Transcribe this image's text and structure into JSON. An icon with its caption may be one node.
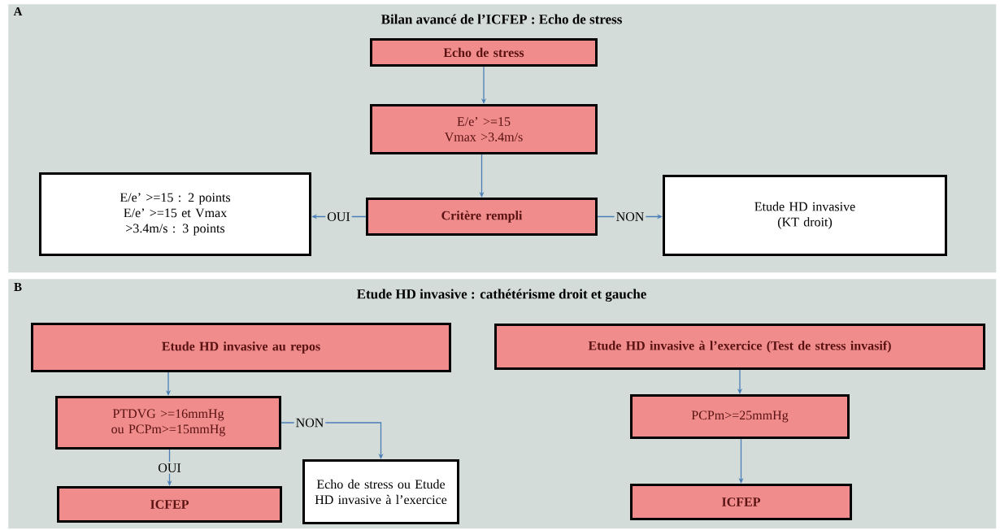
{
  "diagram": {
    "nodes": [
      {
        "text": [
          "Bilan avancé de l’ICFEP : Echo de stress"
        ]
      },
      {
        "text": [
          "Echo de stress"
        ],
        "in": 0
      },
      {
        "text": [
          "E/e’ >=15 Vmax >3.4m/s"
        ],
        "in": 0
      },
      {
        "text": [
          "Critère rempli"
        ],
        "in": 0
      },
      {
        "text": [
          "E/e’ >=15 : 2 points E/e’ >=15 et Vmax >3.4m/s : 3 points"
        ],
        "in": 0
      },
      {
        "text": [
          "Etude HD invasive (KT droit)"
        ],
        "in": 0
      },
      {
        "text": [
          "Etude HD invasive : cathétérisme droit et gauche"
        ]
      },
      {
        "text": [
          "Etude HD invasive au repos"
        ],
        "in": 6
      },
      {
        "text": [
          "PTDVG >=16mmHg ou PCPm>=15mmHg"
        ],
        "in": 6
      },
      {
        "text": [
          "ICFEP"
        ],
        "in": 6
      },
      {
        "text": [
          "Echo de stress ou Etude HD invasive à l’exercice"
        ],
        "in": 6
      },
      {
        "text": [
          "Etude HD invasive à l’exercice (Test de stress invasif)"
        ],
        "in": 6
      },
      {
        "text": [
          "PCPm>=25mmHg"
        ],
        "in": 6
      },
      {
        "text": [
          "ICFEP"
        ],
        "in": 6
      }
    ],
    "edges": [
      {
        "from": 1,
        "to": 2,
        "arrow": "to"
      },
      {
        "from": 2,
        "to": 3,
        "arrow": "to"
      },
      {
        "from": 3,
        "to": 4,
        "arrow": "to",
        "label": "OUI"
      },
      {
        "from": 3,
        "to": 5,
        "arrow": "to",
        "label": "NON"
      },
      {
        "from": 7,
        "to": 8,
        "arrow": "to"
      },
      {
        "from": 8,
        "to": 9,
        "arrow": "to",
        "label": "OUI"
      },
      {
        "from": 8,
        "to": 10,
        "arrow": "to",
        "label": "NON"
      },
      {
        "from": 11,
        "to": 12,
        "arrow": "to"
      },
      {
        "from": 12,
        "to": 13,
        "arrow": "to"
      }
    ],
    "labels": [
      "A",
      "B"
    ]
  }
}
